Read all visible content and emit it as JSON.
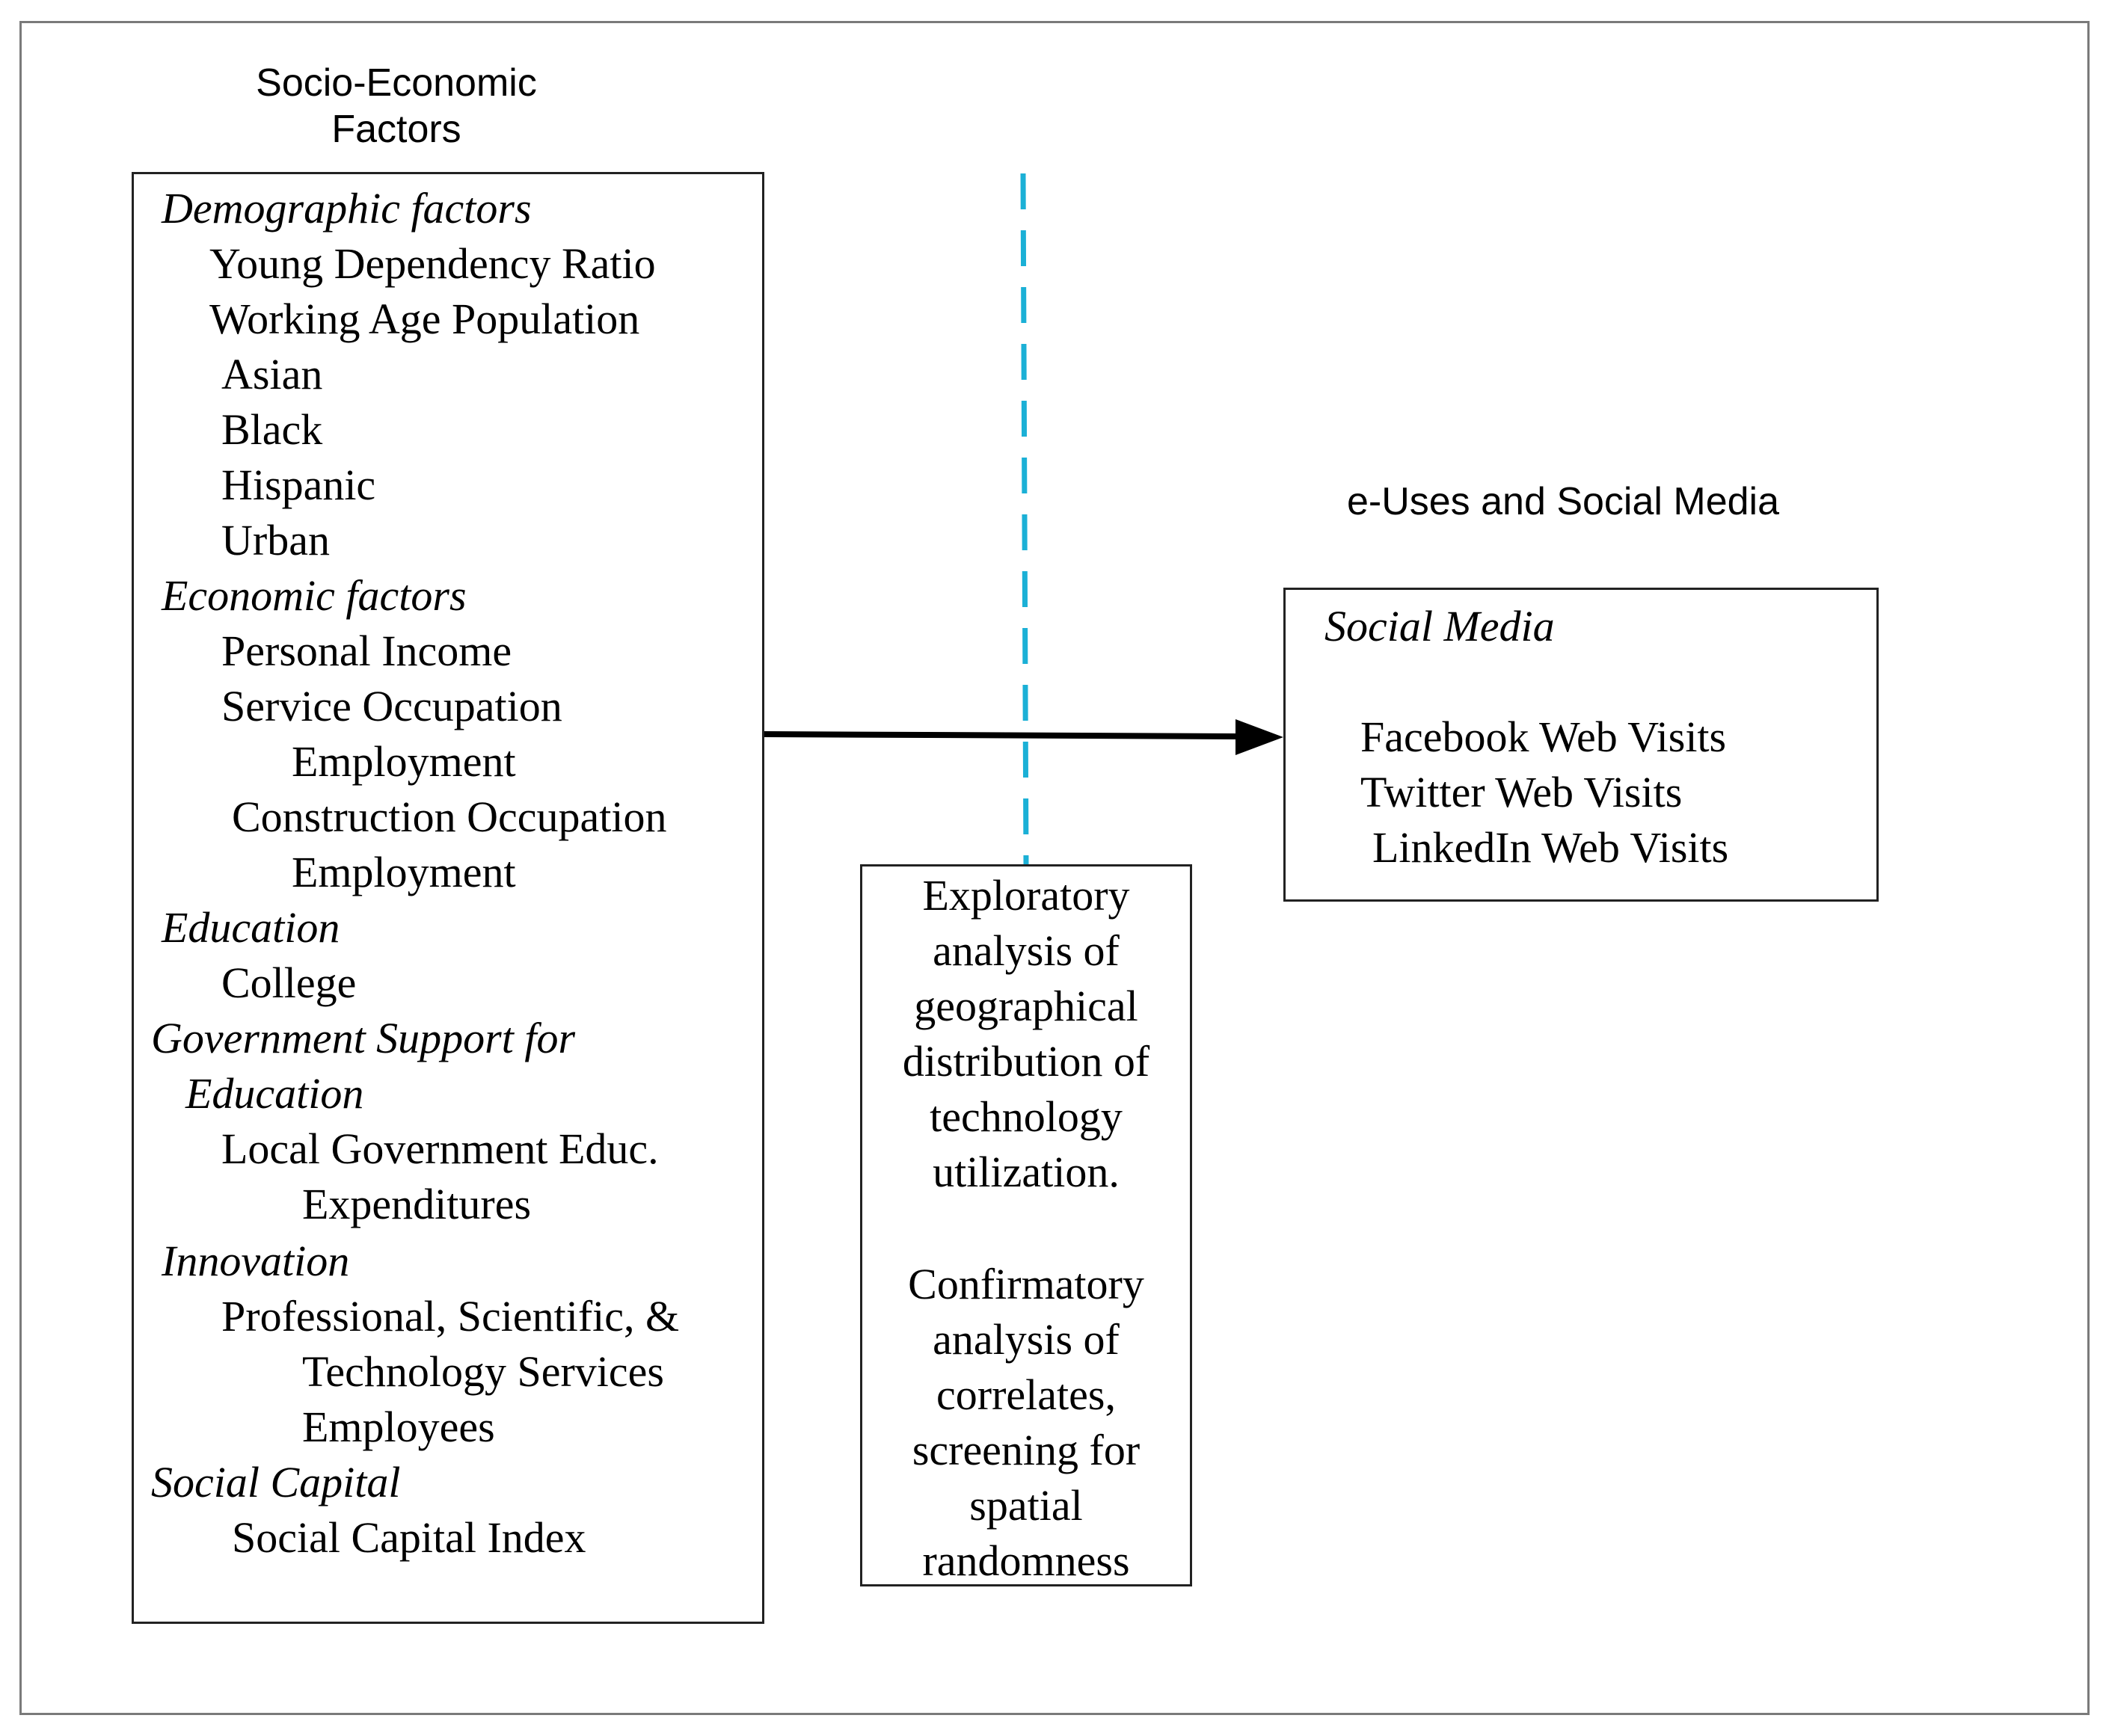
{
  "left_panel": {
    "heading": [
      "Socio-Economic",
      "Factors"
    ],
    "groups": [
      {
        "title": "Demographic factors",
        "items": [
          "Young Dependency Ratio",
          "Working Age Population",
          "Asian",
          "Black",
          "Hispanic",
          "Urban"
        ]
      },
      {
        "title": "Economic factors",
        "items": [
          "Personal Income",
          "Service Occupation",
          "Employment",
          "Construction Occupation",
          "Employment"
        ]
      },
      {
        "title": "Education",
        "items": [
          "College"
        ]
      },
      {
        "title": "Government Support for",
        "title_cont": "Education",
        "items": [
          "Local Government Educ.",
          "Expenditures"
        ]
      },
      {
        "title": "Innovation",
        "items": [
          "Professional, Scientific, &",
          "Technology Services",
          "Employees"
        ]
      },
      {
        "title": "Social Capital",
        "items": [
          "Social Capital Index"
        ]
      }
    ]
  },
  "middle_panel": {
    "lines": [
      "Exploratory",
      "analysis of",
      "geographical",
      "distribution of",
      "technology",
      "utilization.",
      "",
      "Confirmatory",
      "analysis of",
      "correlates,",
      "screening for",
      "spatial",
      "randomness"
    ]
  },
  "right_panel": {
    "heading": "e-Uses and Social Media",
    "title": "Social Media",
    "items": [
      "Facebook Web Visits",
      "Twitter Web Visits",
      "LinkedIn Web Visits"
    ]
  },
  "colors": {
    "frame": "#7a7a7a",
    "divider": "#1bb0d6",
    "arrow": "#000000",
    "box_border": "#222222"
  }
}
